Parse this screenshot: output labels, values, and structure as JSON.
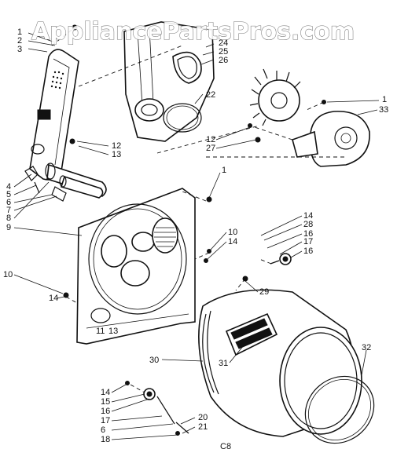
{
  "watermark": "AppliancePartsPros.com",
  "diagram_code": "C8",
  "callouts": {
    "c1_top": "1",
    "c2_top": "2",
    "c3_top": "3",
    "c24": "24",
    "c25": "25",
    "c26": "26",
    "c22": "22",
    "c1_fan": "1",
    "c33": "33",
    "c12_left": "12",
    "c13_left": "13",
    "c12_mid": "12",
    "c27": "27",
    "c4": "4",
    "c5": "5",
    "c6": "6",
    "c7": "7",
    "c8": "8",
    "c9": "9",
    "c1_panel": "1",
    "c10_mid": "10",
    "c14_mid": "14",
    "c14_right": "14",
    "c28": "28",
    "c16_right_a": "16",
    "c17_right": "17",
    "c16_right_b": "16",
    "c10_left": "10",
    "c14_left": "14",
    "c29": "29",
    "c30": "30",
    "c31": "31",
    "c32": "32",
    "c14_bot": "14",
    "c15_bot": "15",
    "c16_bot": "16",
    "c17_bot": "17",
    "c6_bot": "6",
    "c18_bot": "18",
    "c20": "20",
    "c21": "21",
    "c11a": "11",
    "c13a": "13"
  }
}
